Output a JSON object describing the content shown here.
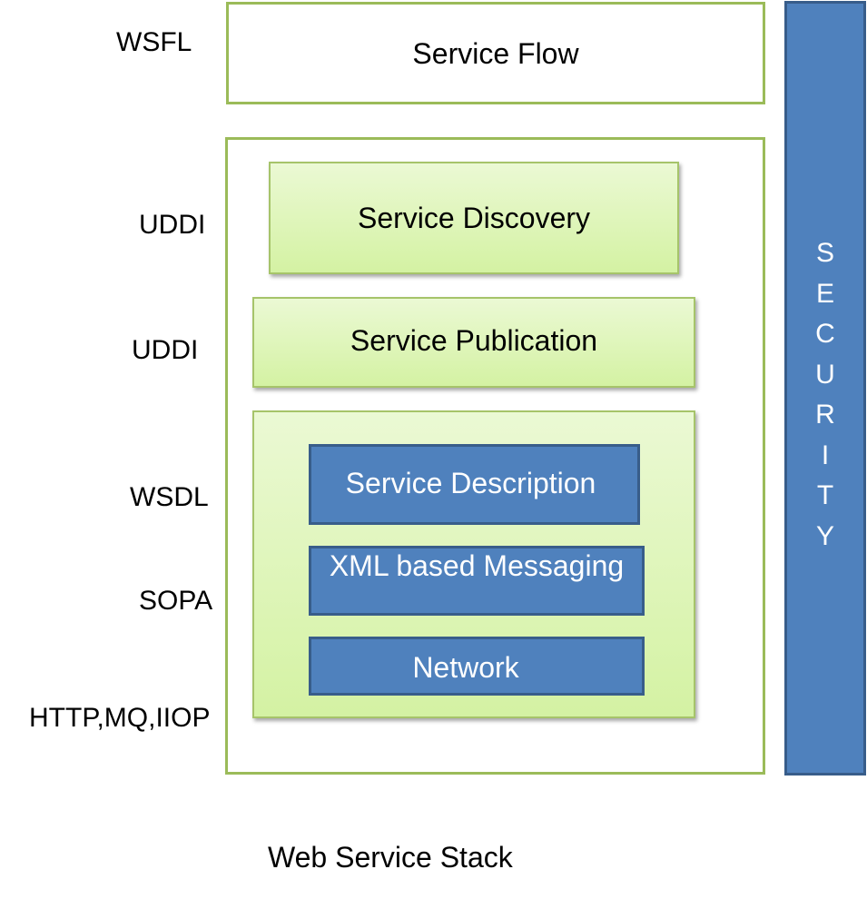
{
  "protocols": {
    "wsfl": "WSFL",
    "uddi_discovery": "UDDI",
    "uddi_publication": "UDDI",
    "wsdl": "WSDL",
    "sopa": "SOPA",
    "transport": "HTTP,MQ,IIOP"
  },
  "layers": {
    "service_flow": "Service Flow",
    "service_discovery": "Service Discovery",
    "service_publication": "Service Publication",
    "service_description": "Service Description",
    "xml_messaging": "XML based Messaging",
    "network": "Network"
  },
  "security": {
    "letters": [
      "S",
      "E",
      "C",
      "U",
      "R",
      "I",
      "T",
      "Y"
    ]
  },
  "caption": "Web Service Stack",
  "colors": {
    "outline_green": "#9bbb59",
    "fill_green": "#d4f2a3",
    "fill_blue": "#4f81bd"
  }
}
